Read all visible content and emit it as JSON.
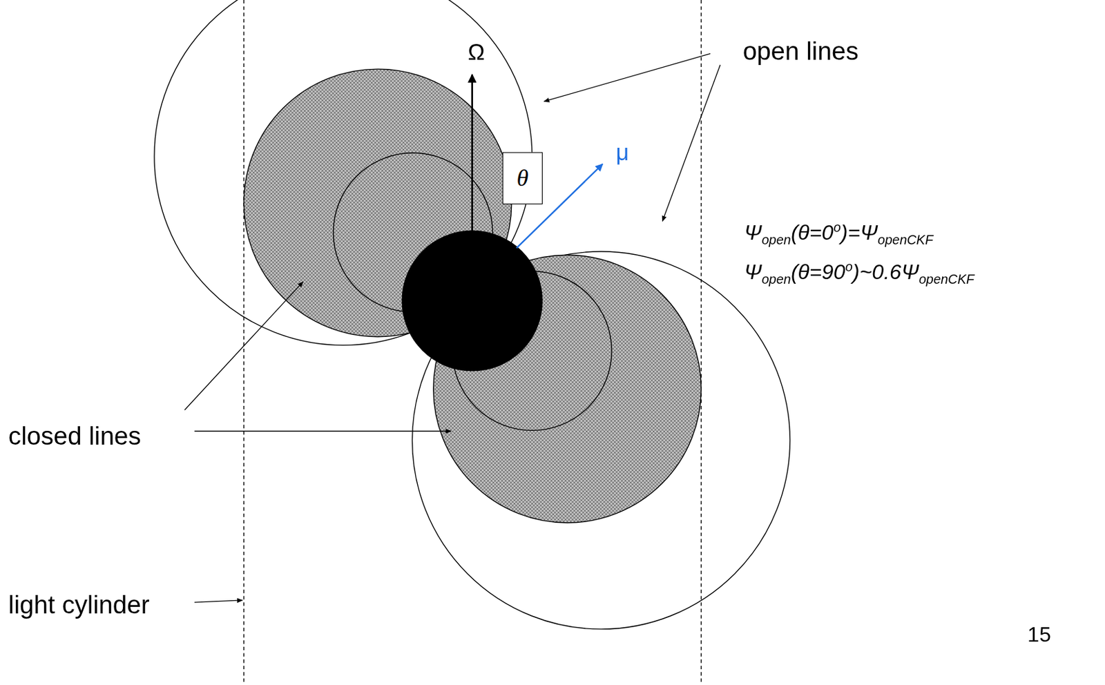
{
  "diagram": {
    "nodes": [
      {
        "text": [
          "θ"
        ]
      }
    ],
    "labels": [
      "Ω",
      "μ",
      "open lines",
      "closed lines",
      "light cylinder",
      "Ψopen(θ=0o)=ΨopenCKF",
      "Ψopen(θ=90o)~0.6ΨopenCKF",
      "15"
    ]
  }
}
